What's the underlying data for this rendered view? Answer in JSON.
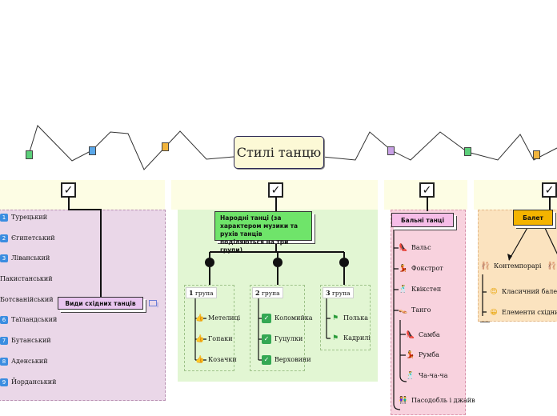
{
  "title": "Стилі танцю",
  "east": {
    "node": "Види східних танців",
    "badge": "|",
    "items": [
      {
        "n": "1",
        "label": "Турецький"
      },
      {
        "n": "2",
        "label": "Єгипетський"
      },
      {
        "n": "3",
        "label": "Ліванський"
      },
      {
        "n": "",
        "label": "Пакистанський"
      },
      {
        "n": "",
        "label": "Ботсванійський"
      },
      {
        "n": "6",
        "label": "Таїландський"
      },
      {
        "n": "7",
        "label": "Бутанський"
      },
      {
        "n": "8",
        "label": "Аденський"
      },
      {
        "n": "9",
        "label": "Йорданський"
      }
    ]
  },
  "folk": {
    "node": "Народні танці (за характером музики та рухів танців поділяються на три групи)",
    "groups": [
      {
        "num": "1",
        "label": "група",
        "items": [
          "Метелиці",
          "Гопаки",
          "Козачки"
        ]
      },
      {
        "num": "2",
        "label": "група",
        "items": [
          "Коломийка",
          "Гуцулки",
          "Верховини"
        ]
      },
      {
        "num": "3",
        "label": "група",
        "items": [
          "Полька",
          "Кадрилі"
        ]
      }
    ]
  },
  "ballroom": {
    "node": "Бальні танці",
    "items": [
      "Вальс",
      "Фокстрот",
      "Квікстеп",
      "Танго"
    ],
    "sub_items": [
      "Самба",
      "Румба",
      "Ча-ча-ча"
    ],
    "last": "Пасодобль і джайв"
  },
  "ballet": {
    "node": "Балет",
    "items": [
      "Контемпорарі",
      "Класичний балет",
      "Елементи східних сти"
    ]
  },
  "colors": {
    "east": "#ead7e8",
    "folk": "#e2f6d3",
    "ballroom": "#f8d2de",
    "ballet": "#fbe3bf",
    "folk_node": "#6fe46a",
    "ballroom_node": "#f6bde8",
    "ballet_node": "#f4b400",
    "east_node": "#e9c5f0"
  },
  "icons": [
    "checkbox-icon",
    "document-icon",
    "thumbs-up-icon",
    "check-icon",
    "flag-icon",
    "shoe-icon",
    "dancer-icon",
    "smiley-icon",
    "slipper-icon"
  ]
}
